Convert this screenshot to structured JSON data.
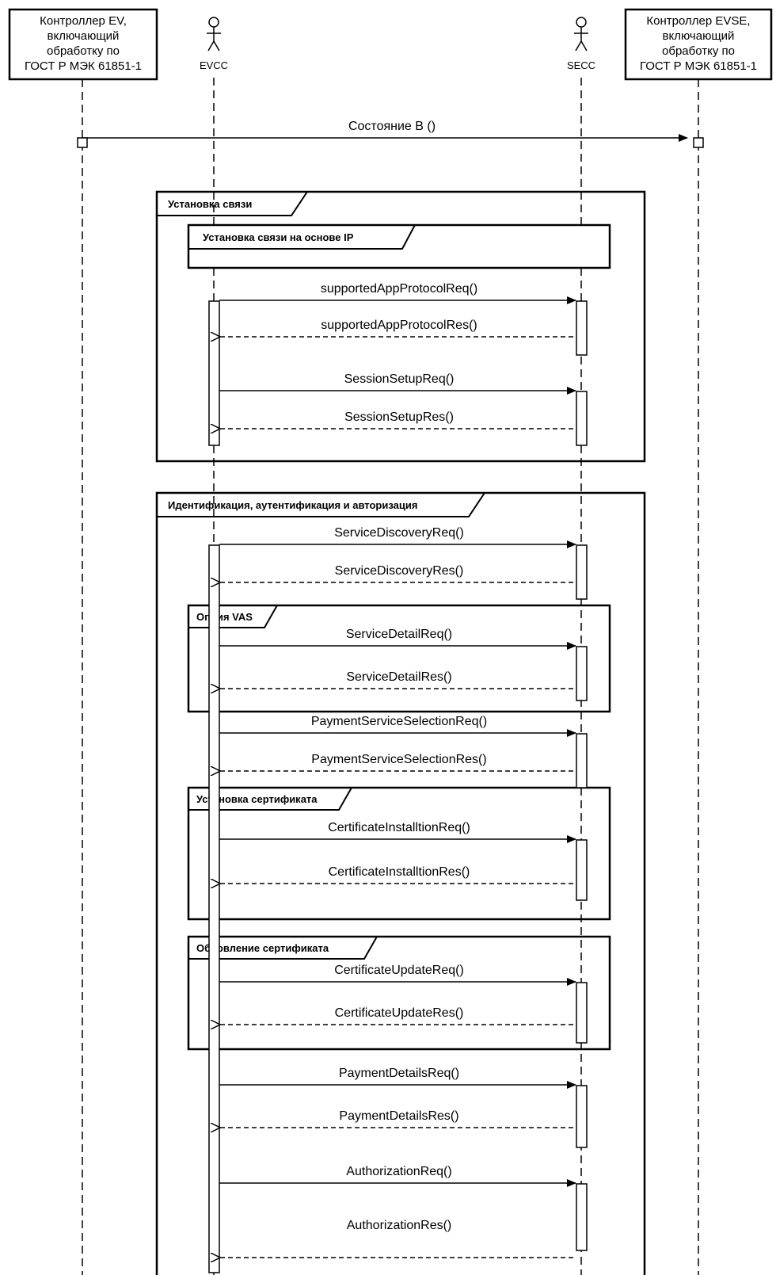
{
  "participants": {
    "ev_controller": [
      "Контроллер EV,",
      "включающий",
      "обработку по",
      "ГОСТ Р МЭК 61851-1"
    ],
    "evcc": "EVCC",
    "secc": "SECC",
    "evse_controller": [
      "Контроллер EVSE,",
      "включающий",
      "обработку по",
      "ГОСТ Р МЭК 61851-1"
    ]
  },
  "state_message": "Состояние В ()",
  "frames": {
    "session_setup": "Установка связи",
    "ip_setup": "Установка связи на основе IP",
    "identification": "Идентификация, аутентификация и авторизация",
    "vas": "Опция VAS",
    "cert_install": "Установка сертификата",
    "cert_update": "Обновление сертификата"
  },
  "messages": [
    "supportedAppProtocolReq()",
    "supportedAppProtocolRes()",
    "SessionSetupReq()",
    "SessionSetupRes()",
    "ServiceDiscoveryReq()",
    "ServiceDiscoveryRes()",
    "ServiceDetailReq()",
    "ServiceDetailRes()",
    "PaymentServiceSelectionReq()",
    "PaymentServiceSelectionRes()",
    "CertificateInstalltionReq()",
    "CertificateInstalltionRes()",
    "CertificateUpdateReq()",
    "CertificateUpdateRes()",
    "PaymentDetailsReq()",
    "PaymentDetailsRes()",
    "AuthorizationReq()",
    "AuthorizationRes()"
  ]
}
